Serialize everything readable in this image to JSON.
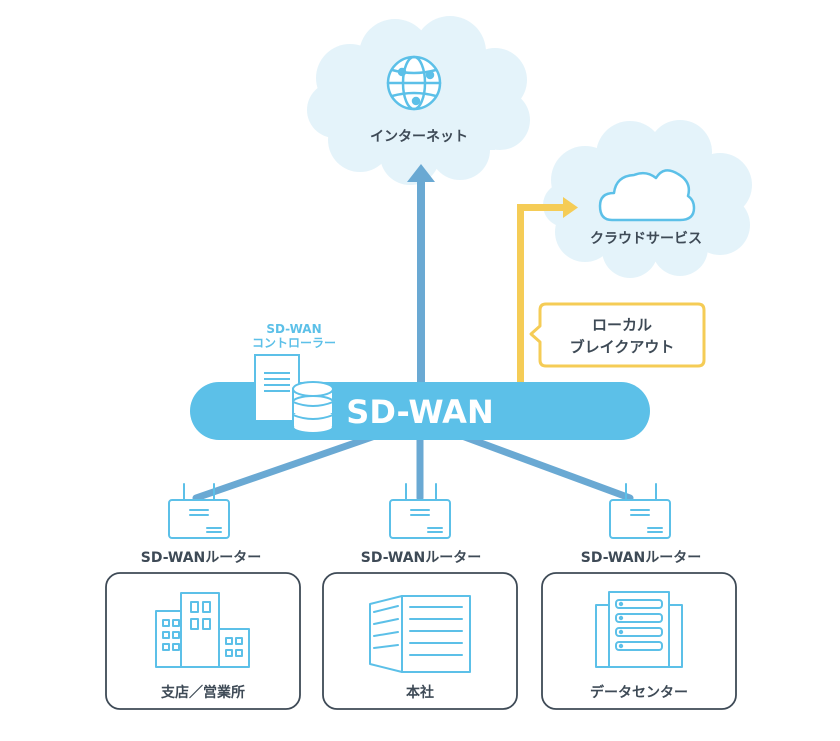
{
  "internet": {
    "label": "インターネット",
    "icon": "globe-icon"
  },
  "cloud_service": {
    "label": "クラウドサービス",
    "icon": "cloud-icon"
  },
  "local_breakout": {
    "line1": "ローカル",
    "line2": "ブレイクアウト"
  },
  "controller": {
    "line1": "SD-WAN",
    "line2": "コントローラー",
    "icon": "server-database-icon"
  },
  "sdwan": {
    "label": "SD-WAN"
  },
  "routers": [
    {
      "label": "SD-WANルーター"
    },
    {
      "label": "SD-WANルーター"
    },
    {
      "label": "SD-WANルーター"
    }
  ],
  "sites": [
    {
      "label": "支店／営業所",
      "icon": "branch-office-building-icon"
    },
    {
      "label": "本社",
      "icon": "headquarters-building-icon"
    },
    {
      "label": "データセンター",
      "icon": "data-center-rack-icon"
    }
  ],
  "colors": {
    "accent_blue": "#5cc0e8",
    "cloud_fill": "#e4f3fa",
    "line_blue": "#6aa9d3",
    "breakout_yellow": "#f5cc56",
    "text_dark": "#3e4a56"
  }
}
